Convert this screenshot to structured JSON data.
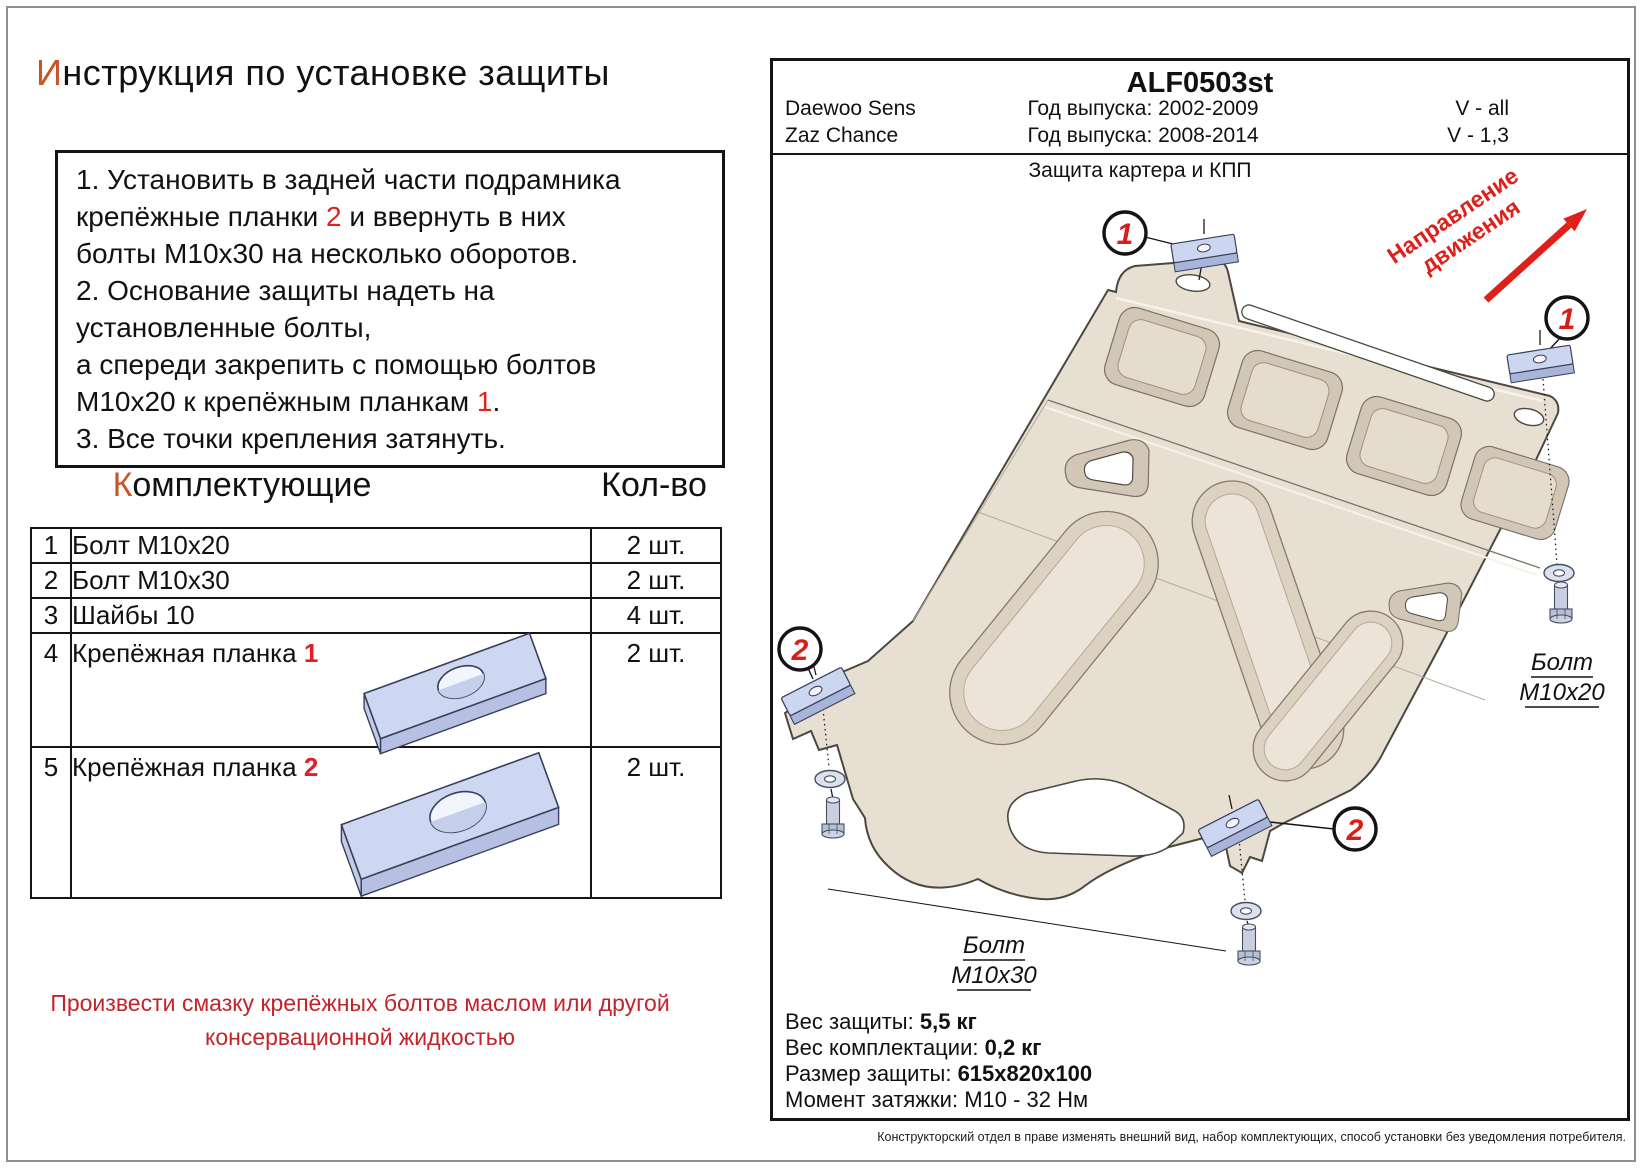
{
  "colors": {
    "accent_orange": "#c8552a",
    "inline_red": "#e0241c",
    "table_red": "#e31e24",
    "warning_red": "#c2242b",
    "arrow_red": "#de1f1a",
    "plate_fill": "#e8dfd3",
    "pocket_fill": "#d2c6b6",
    "plank_fill": "#ccd6f0"
  },
  "left": {
    "title": {
      "lead": "И",
      "rest": "нструкция по установке защиты"
    },
    "instructions": {
      "l1": "1. Установить в задней части подрамника",
      "l2a": "крепёжные планки ",
      "l2b": "2",
      "l2c": " и ввернуть в них",
      "l3": "болты М10х30 на несколько оборотов.",
      "l4": "2. Основание защиты надеть на",
      "l5": "установленные болты,",
      "l6": "а спереди закрепить с помощью болтов",
      "l7a": "М10х20 к крепёжным планкам ",
      "l7b": "1",
      "l7c": ".",
      "l8": "3. Все точки крепления затянуть."
    },
    "parts_heading": {
      "lead": "К",
      "rest": "омплектующие"
    },
    "qty_heading": "Кол-во",
    "rows": [
      {
        "num": "1",
        "name": "Болт М10х20",
        "mark": "",
        "qty": "2 шт."
      },
      {
        "num": "2",
        "name": "Болт М10х30",
        "mark": "",
        "qty": "2 шт."
      },
      {
        "num": "3",
        "name": "Шайбы 10",
        "mark": "",
        "qty": "4 шт."
      },
      {
        "num": "4",
        "name": "Крепёжная планка ",
        "mark": "1",
        "qty": "2 шт."
      },
      {
        "num": "5",
        "name": "Крепёжная планка ",
        "mark": "2",
        "qty": "2 шт."
      }
    ],
    "warning1": "Произвести смазку крепёжных болтов маслом или другой",
    "warning2": "консервационной жидкостью"
  },
  "panel": {
    "code": "ALF0503st",
    "vehicles": [
      {
        "model": "Daewoo Sens",
        "years": "Год выпуска: 2002-2009",
        "engine": "V - all"
      },
      {
        "model": "Zaz Chance",
        "years": "Год выпуска: 2008-2014",
        "engine": "V - 1,3"
      }
    ],
    "subtitle": "Защита картера и КПП",
    "direction1": "Направление",
    "direction2": "движения",
    "callout1": "1",
    "callout2": "2",
    "bolt20_1": "Болт",
    "bolt20_2": "М10х20",
    "bolt30_1": "Болт",
    "bolt30_2": "М10х30",
    "specs": [
      {
        "label": "Вес защиты: ",
        "value": "5,5 кг"
      },
      {
        "label": "Вес комплектации: ",
        "value": "0,2 кг"
      },
      {
        "label": "Размер защиты: ",
        "value": "615х820х100"
      },
      {
        "label": "Момент затяжки:  ",
        "value": "М10 - 32 Нм"
      }
    ],
    "footer": "Конструкторский отдел в праве изменять внешний вид, набор комплектующих, способ установки без уведомления потребителя."
  }
}
